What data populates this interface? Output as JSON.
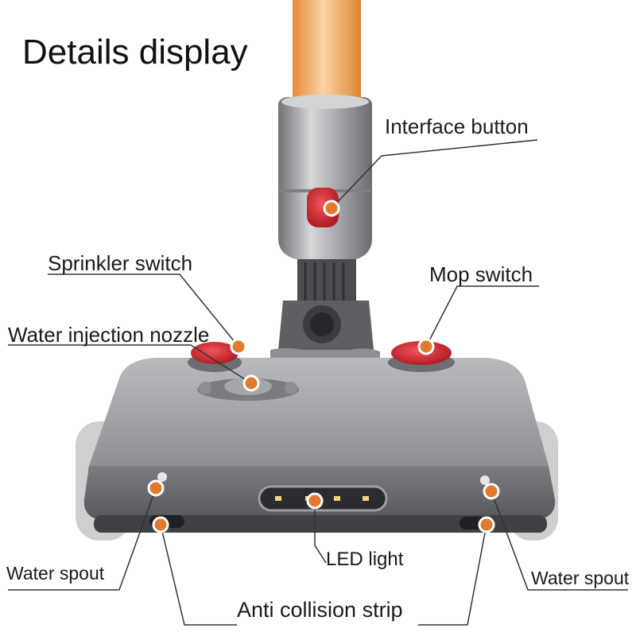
{
  "title": "Details display",
  "callouts": {
    "interface_button": "Interface button",
    "sprinkler_switch": "Sprinkler switch",
    "mop_switch": "Mop switch",
    "water_injection_nozzle": "Water injection nozzle",
    "led_light": "LED light",
    "water_spout_left": "Water spout",
    "water_spout_right": "Water spout",
    "anti_collision_strip": "Anti collision strip"
  },
  "colors": {
    "marker_dot": "#e07a2e",
    "button_red": "#c8252a",
    "body_grey": "#8c8e92",
    "tube_orange": "#f2a860",
    "leader_line": "#333333"
  }
}
